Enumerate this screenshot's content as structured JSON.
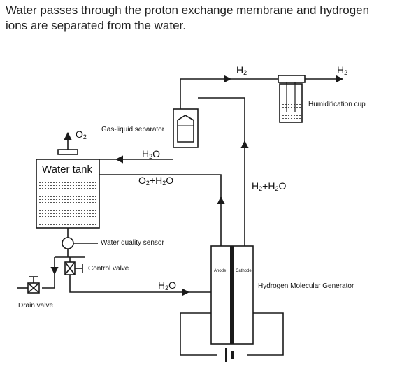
{
  "caption": "Water passes through the proton exchange membrane and hydrogen ions are separated from the water.",
  "labels": {
    "h2_top_left": "H2",
    "h2_top_right": "H2",
    "humidification_cup": "Humidification cup",
    "o2_vent": "O2",
    "gas_liquid_separator": "Gas-liquid separator",
    "water_tank": "Water tank",
    "h2o_return": "H2O",
    "o2_h2o": "O2+H2O",
    "h2_h2o": "H2+H2O",
    "water_quality_sensor": "Water quality sensor",
    "control_valve": "Control valve",
    "h2o_feed": "H2O",
    "drain_valve": "Drain valve",
    "anode": "Anode",
    "cathode": "Cathode",
    "hydrogen_generator": "Hydrogen Molecular Generator"
  },
  "colors": {
    "line": "#1a1a1a",
    "text": "#222222",
    "background": "#ffffff"
  }
}
